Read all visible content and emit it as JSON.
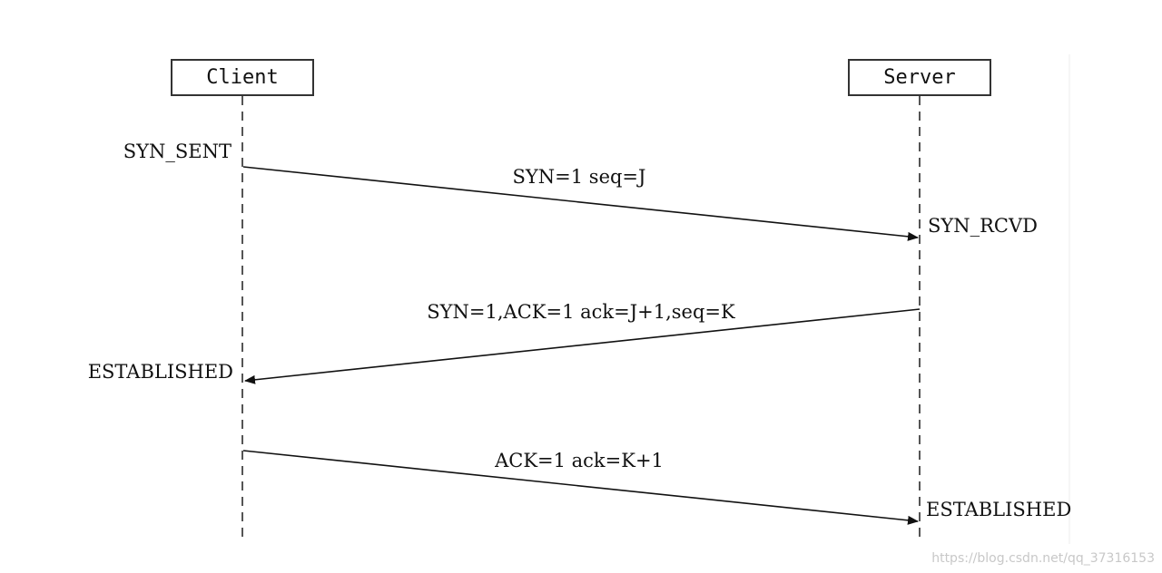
{
  "participants": {
    "client": "Client",
    "server": "Server"
  },
  "messages": [
    {
      "label": "SYN=1 seq=J",
      "from": "client",
      "to": "server"
    },
    {
      "label": "SYN=1,ACK=1 ack=J+1,seq=K",
      "from": "server",
      "to": "client"
    },
    {
      "label": "ACK=1 ack=K+1",
      "from": "client",
      "to": "server"
    }
  ],
  "states": {
    "client_syn_sent": "SYN_SENT",
    "server_syn_rcvd": "SYN_RCVD",
    "client_established": "ESTABLISHED",
    "server_established": "ESTABLISHED"
  },
  "watermark": "https://blog.csdn.net/qq_37316153"
}
